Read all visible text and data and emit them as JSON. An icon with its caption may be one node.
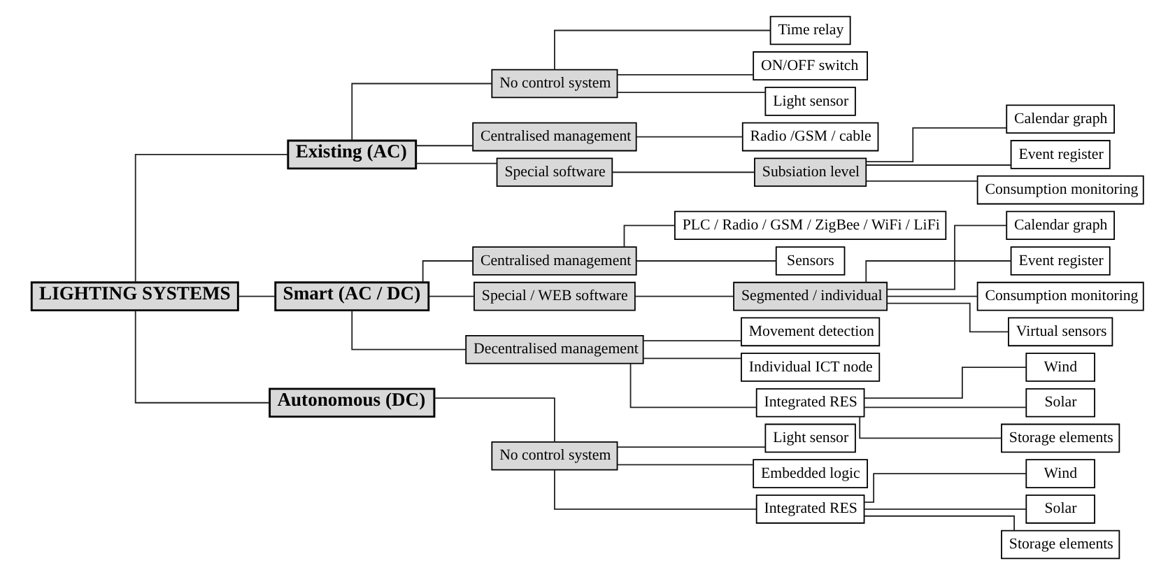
{
  "diagram": {
    "nodes": [
      {
        "text": [
          "LIGHTING SYSTEMS"
        ]
      },
      {
        "text": [
          "Existing (AC)"
        ]
      },
      {
        "text": [
          "No control system"
        ]
      },
      {
        "text": [
          "Time relay"
        ]
      },
      {
        "text": [
          "ON/OFF switch"
        ]
      },
      {
        "text": [
          "Light sensor"
        ]
      },
      {
        "text": [
          "Centralised management"
        ]
      },
      {
        "text": [
          "Radio /GSM / cable"
        ]
      },
      {
        "text": [
          "Special software"
        ]
      },
      {
        "text": [
          "Subsiation level"
        ]
      },
      {
        "text": [
          "Calendar graph"
        ]
      },
      {
        "text": [
          "Event register"
        ]
      },
      {
        "text": [
          "Consumption monitoring"
        ]
      },
      {
        "text": [
          "Smart (AC / DC)"
        ]
      },
      {
        "text": [
          "Centralised management"
        ]
      },
      {
        "text": [
          "PLC / Radio / GSM / ZigBee / WiFi / LiFi"
        ]
      },
      {
        "text": [
          "Sensors"
        ]
      },
      {
        "text": [
          "Special / WEB software"
        ]
      },
      {
        "text": [
          "Segmented / individual"
        ]
      },
      {
        "text": [
          "Calendar graph"
        ]
      },
      {
        "text": [
          "Event register"
        ]
      },
      {
        "text": [
          "Consumption monitoring"
        ]
      },
      {
        "text": [
          "Virtual sensors"
        ]
      },
      {
        "text": [
          "Decentralised management"
        ]
      },
      {
        "text": [
          "Movement detection"
        ]
      },
      {
        "text": [
          "Individual ICT node"
        ]
      },
      {
        "text": [
          "Integrated RES"
        ]
      },
      {
        "text": [
          "Wind"
        ]
      },
      {
        "text": [
          "Solar"
        ]
      },
      {
        "text": [
          "Storage elements"
        ]
      },
      {
        "text": [
          "Autonomous (DC)"
        ]
      },
      {
        "text": [
          "No control system"
        ]
      },
      {
        "text": [
          "Light sensor"
        ]
      },
      {
        "text": [
          "Embedded logic"
        ]
      },
      {
        "text": [
          "Integrated RES"
        ]
      },
      {
        "text": [
          "Wind"
        ]
      },
      {
        "text": [
          "Solar"
        ]
      },
      {
        "text": [
          "Storage elements"
        ]
      }
    ],
    "edges": [
      {
        "from": 0,
        "to": 1,
        "arrow": "none"
      },
      {
        "from": 0,
        "to": 13,
        "arrow": "none"
      },
      {
        "from": 0,
        "to": 30,
        "arrow": "none"
      },
      {
        "from": 1,
        "to": 2,
        "arrow": "none"
      },
      {
        "from": 2,
        "to": 3,
        "arrow": "none"
      },
      {
        "from": 2,
        "to": 4,
        "arrow": "none"
      },
      {
        "from": 2,
        "to": 5,
        "arrow": "none"
      },
      {
        "from": 1,
        "to": 6,
        "arrow": "none"
      },
      {
        "from": 6,
        "to": 7,
        "arrow": "none"
      },
      {
        "from": 1,
        "to": 8,
        "arrow": "none"
      },
      {
        "from": 8,
        "to": 9,
        "arrow": "none"
      },
      {
        "from": 9,
        "to": 10,
        "arrow": "none"
      },
      {
        "from": 9,
        "to": 11,
        "arrow": "none"
      },
      {
        "from": 9,
        "to": 12,
        "arrow": "none"
      },
      {
        "from": 13,
        "to": 14,
        "arrow": "none"
      },
      {
        "from": 14,
        "to": 15,
        "arrow": "none"
      },
      {
        "from": 14,
        "to": 16,
        "arrow": "none"
      },
      {
        "from": 13,
        "to": 17,
        "arrow": "none"
      },
      {
        "from": 17,
        "to": 18,
        "arrow": "none"
      },
      {
        "from": 18,
        "to": 19,
        "arrow": "none"
      },
      {
        "from": 18,
        "to": 20,
        "arrow": "none"
      },
      {
        "from": 18,
        "to": 21,
        "arrow": "none"
      },
      {
        "from": 18,
        "to": 22,
        "arrow": "none"
      },
      {
        "from": 13,
        "to": 23,
        "arrow": "none"
      },
      {
        "from": 23,
        "to": 24,
        "arrow": "none"
      },
      {
        "from": 23,
        "to": 25,
        "arrow": "none"
      },
      {
        "from": 23,
        "to": 26,
        "arrow": "none"
      },
      {
        "from": 26,
        "to": 27,
        "arrow": "none"
      },
      {
        "from": 26,
        "to": 28,
        "arrow": "none"
      },
      {
        "from": 26,
        "to": 29,
        "arrow": "none"
      },
      {
        "from": 30,
        "to": 31,
        "arrow": "none"
      },
      {
        "from": 31,
        "to": 32,
        "arrow": "none"
      },
      {
        "from": 31,
        "to": 33,
        "arrow": "none"
      },
      {
        "from": 31,
        "to": 34,
        "arrow": "none"
      },
      {
        "from": 34,
        "to": 35,
        "arrow": "none"
      },
      {
        "from": 34,
        "to": 36,
        "arrow": "none"
      },
      {
        "from": 34,
        "to": 37,
        "arrow": "none"
      }
    ]
  }
}
